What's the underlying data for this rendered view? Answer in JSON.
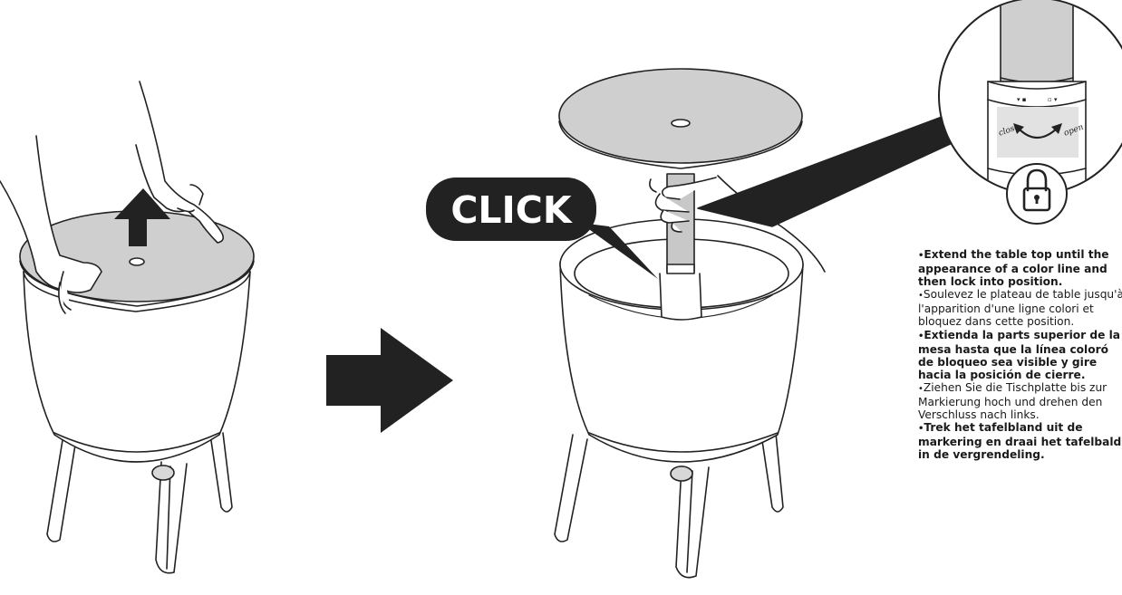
{
  "callout": {
    "click_label": "CLICK"
  },
  "lock_dial": {
    "close_label": "close",
    "open_label": "open",
    "lock_glyph_left": "▾🔒",
    "lock_glyph_right": "🔓▾"
  },
  "icons": {
    "up_arrow": "arrow-up-icon",
    "right_arrow": "arrow-right-icon",
    "padlock": "padlock-icon"
  },
  "instructions": [
    {
      "lang": "en",
      "bold": true,
      "text": "Extend the table top until the appearance of a color line and then lock into position."
    },
    {
      "lang": "fr",
      "bold": false,
      "text": "Soulevez le plateau de table jusqu'à l'apparition d'une ligne colori et bloquez dans cette position."
    },
    {
      "lang": "es",
      "bold": true,
      "text": "Extienda la parts superior de la mesa hasta que la línea coloró de bloqueo sea visible y gire hacia la posición de cierre."
    },
    {
      "lang": "de",
      "bold": false,
      "text": "Ziehen Sie die Tischplatte bis zur Markierung hoch und drehen den Verschluss nach links."
    },
    {
      "lang": "nl",
      "bold": true,
      "text": "Trek het tafelbland uit de markering en draai het tafelbald in de vergrendeling."
    }
  ]
}
